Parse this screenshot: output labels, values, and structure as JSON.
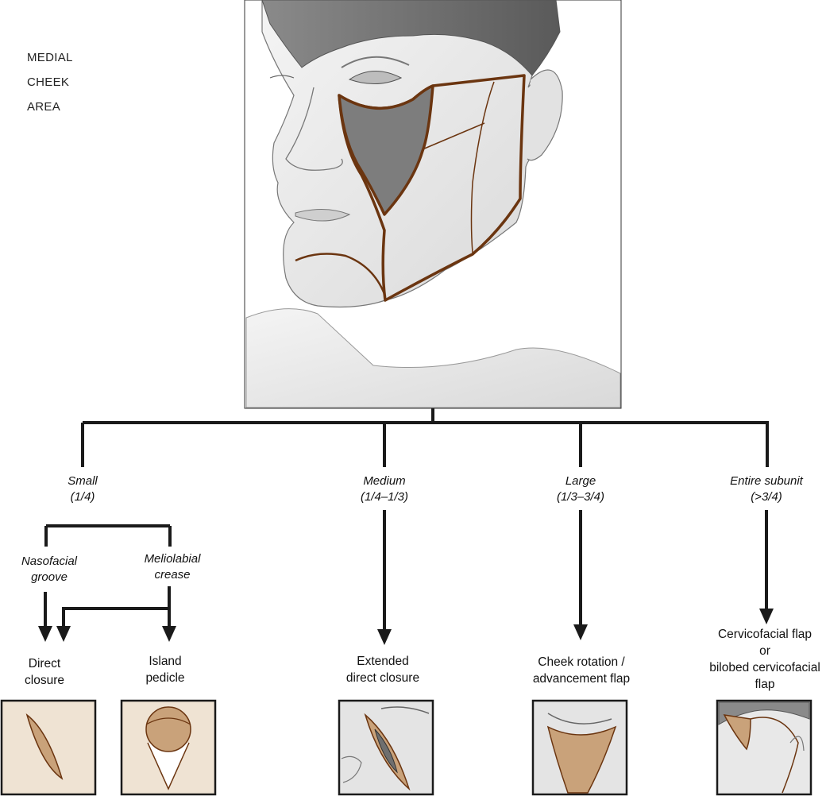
{
  "region_label": [
    "MEDIAL",
    "CHEEK",
    "AREA"
  ],
  "categories": {
    "small": {
      "name": "Small",
      "fraction": "(1/4)"
    },
    "medium": {
      "name": "Medium",
      "fraction": "(1/4–1/3)"
    },
    "large": {
      "name": "Large",
      "fraction": "(1/3–3/4)"
    },
    "entire": {
      "name": "Entire subunit",
      "fraction": "(>3/4)"
    }
  },
  "sublocations": {
    "nasofacial": [
      "Nasofacial",
      "groove"
    ],
    "meliolabial": [
      "Meliolabial",
      "crease"
    ]
  },
  "results": {
    "direct_closure": [
      "Direct",
      "closure"
    ],
    "island_pedicle": [
      "Island",
      "pedicle"
    ],
    "extended_direct": [
      "Extended",
      "direct closure"
    ],
    "cheek_rotation": [
      "Cheek rotation /",
      "advancement flap"
    ],
    "cervicofacial": [
      "Cervicofacial flap",
      "or",
      "bilobed cervicofacial",
      "flap"
    ]
  },
  "colors": {
    "outline": "#6b3510",
    "defect_fill": "#7d7d7d",
    "flap_fill": "#c9a27a",
    "panel_bg": "#efe3d3",
    "line": "#1a1a1a",
    "skin": "#e6e6e6"
  }
}
